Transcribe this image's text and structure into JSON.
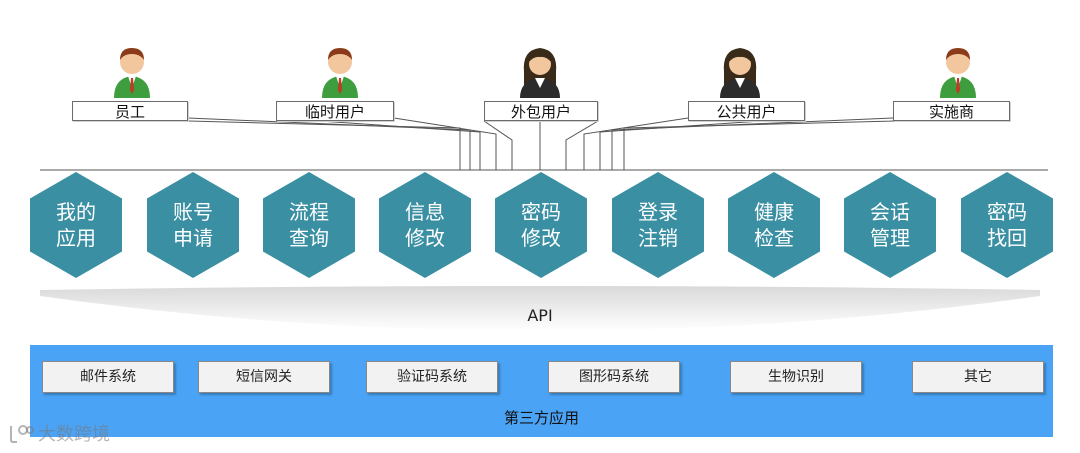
{
  "users": [
    {
      "id": "staff",
      "label": "员工",
      "avatar": "male"
    },
    {
      "id": "temp",
      "label": "临时用户",
      "avatar": "male"
    },
    {
      "id": "outsource",
      "label": "外包用户",
      "avatar": "female"
    },
    {
      "id": "public",
      "label": "公共用户",
      "avatar": "female"
    },
    {
      "id": "vendor",
      "label": "实施商",
      "avatar": "male"
    }
  ],
  "services": [
    {
      "line1": "我的",
      "line2": "应用"
    },
    {
      "line1": "账号",
      "line2": "申请"
    },
    {
      "line1": "流程",
      "line2": "查询"
    },
    {
      "line1": "信息",
      "line2": "修改"
    },
    {
      "line1": "密码",
      "line2": "修改"
    },
    {
      "line1": "登录",
      "line2": "注销"
    },
    {
      "line1": "健康",
      "line2": "检查"
    },
    {
      "line1": "会话",
      "line2": "管理"
    },
    {
      "line1": "密码",
      "line2": "找回"
    }
  ],
  "api_label": "API",
  "third_party": {
    "title": "第三方应用",
    "systems": [
      "邮件系统",
      "短信网关",
      "验证码系统",
      "图形码系统",
      "生物识别",
      "其它"
    ]
  },
  "watermark": "大数跨境",
  "colors": {
    "hexagon": "#3a8fa3",
    "panel": "#4aa3f5",
    "male_shirt": "#3e9e3e",
    "female_hair": "#3a2a1a"
  }
}
